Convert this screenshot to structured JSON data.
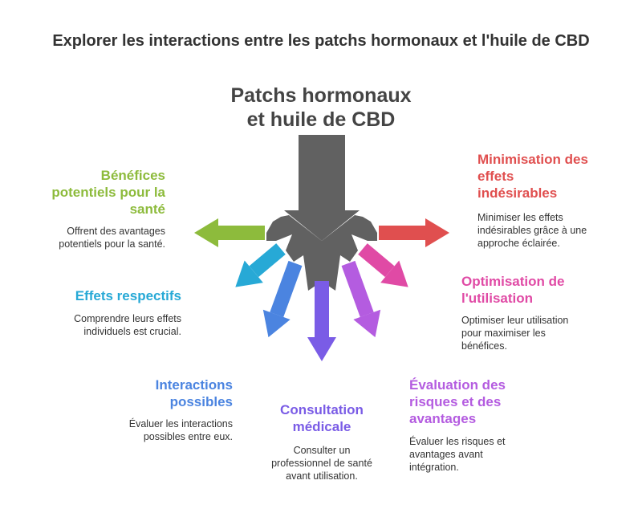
{
  "title": "Explorer les interactions entre les patchs hormonaux et l'huile de CBD",
  "center": {
    "line1": "Patchs hormonaux",
    "line2": "et huile de CBD",
    "color": "#616161"
  },
  "nodes": [
    {
      "id": "benefices",
      "title_lines": [
        "Bénéfices",
        "potentiels pour la",
        "santé"
      ],
      "desc_lines": [
        "Offrent des avantages",
        "potentiels pour la santé."
      ],
      "color": "#8dbb3c"
    },
    {
      "id": "effets",
      "title_lines": [
        "Effets respectifs"
      ],
      "desc_lines": [
        "Comprendre leurs effets",
        "individuels est crucial."
      ],
      "color": "#27a9d6"
    },
    {
      "id": "interactions",
      "title_lines": [
        "Interactions",
        "possibles"
      ],
      "desc_lines": [
        "Évaluer les interactions",
        "possibles entre eux."
      ],
      "color": "#4b84e0"
    },
    {
      "id": "consultation",
      "title_lines": [
        "Consultation",
        "médicale"
      ],
      "desc_lines": [
        "Consulter un",
        "professionnel de santé",
        "avant utilisation."
      ],
      "color": "#7a5ce6"
    },
    {
      "id": "evaluation",
      "title_lines": [
        "Évaluation des",
        "risques et des",
        "avantages"
      ],
      "desc_lines": [
        "Évaluer les risques et",
        "avantages avant",
        "intégration."
      ],
      "color": "#b45ce0"
    },
    {
      "id": "optimisation",
      "title_lines": [
        "Optimisation de",
        "l'utilisation"
      ],
      "desc_lines": [
        "Optimiser leur utilisation",
        "pour maximiser les",
        "bénéfices."
      ],
      "color": "#e04aa5"
    },
    {
      "id": "minimisation",
      "title_lines": [
        "Minimisation des",
        "effets",
        "indésirables"
      ],
      "desc_lines": [
        "Minimiser les effets",
        "indésirables grâce à une",
        "approche éclairée."
      ],
      "color": "#e04f4f"
    }
  ]
}
